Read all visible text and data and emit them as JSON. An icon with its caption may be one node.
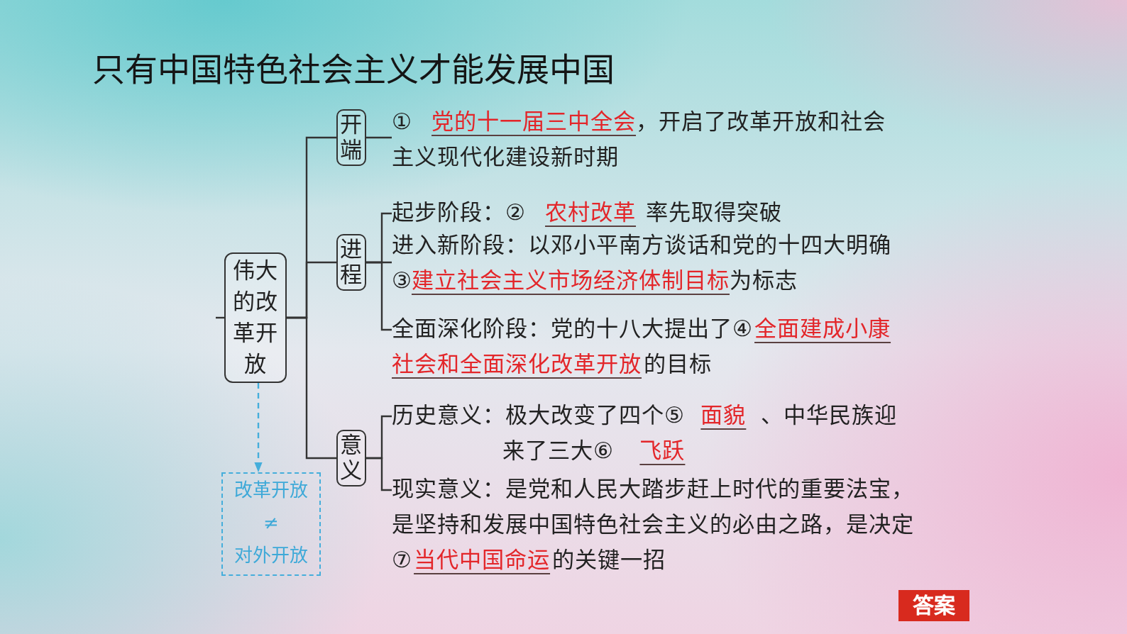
{
  "diagram": {
    "title": "只有中国特色社会主义才能发展中国",
    "nodes": [
      {
        "text": [
          "伟大的改革开放"
        ]
      },
      {
        "text": [
          "开端"
        ]
      },
      {
        "text": [
          "进程"
        ]
      },
      {
        "text": [
          "意义"
        ]
      },
      {
        "text": [
          "改革开放",
          "≠",
          "对外开放"
        ]
      },
      {
        "text": [
          "①",
          "党的十一届三中全会",
          "，开启了改革开放和社会主义现代化建设新时期"
        ]
      },
      {
        "text": [
          "起步阶段：②",
          "农村改革",
          "率先取得突破"
        ]
      },
      {
        "text": [
          "进入新阶段：以邓小平南方谈话和党的十四大明确③",
          "建立社会主义市场经济体制目标",
          "为标志"
        ]
      },
      {
        "text": [
          "全面深化阶段：党的十八大提出了④",
          "全面建成小康社会和全面深化改革开放",
          "的目标"
        ]
      },
      {
        "text": [
          "历史意义：极大改变了四个⑤",
          "面貌",
          "、中华民族迎来了三大⑥",
          "飞跃"
        ]
      },
      {
        "text": [
          "现实意义：是党和人民大踏步赶上时代的重要法宝，是坚持和发展中国特色社会主义的必由之路，是决定⑦",
          "当代中国命运",
          "的关键一招"
        ]
      }
    ],
    "edges": [
      {
        "from": 0,
        "to": 1,
        "arrow": "none"
      },
      {
        "from": 0,
        "to": 2,
        "arrow": "none"
      },
      {
        "from": 0,
        "to": 3,
        "arrow": "none"
      },
      {
        "from": 1,
        "to": 5,
        "arrow": "none"
      },
      {
        "from": 2,
        "to": 6,
        "arrow": "none"
      },
      {
        "from": 2,
        "to": 7,
        "arrow": "none"
      },
      {
        "from": 2,
        "to": 8,
        "arrow": "none"
      },
      {
        "from": 3,
        "to": 9,
        "arrow": "none"
      },
      {
        "from": 3,
        "to": 10,
        "arrow": "none"
      },
      {
        "from": 0,
        "to": 4,
        "arrow": "to",
        "style": "dashed",
        "color": "#45aedb"
      },
      {
        "from": null,
        "to": 0,
        "arrow": "none"
      }
    ],
    "labels": [
      "答案"
    ]
  }
}
